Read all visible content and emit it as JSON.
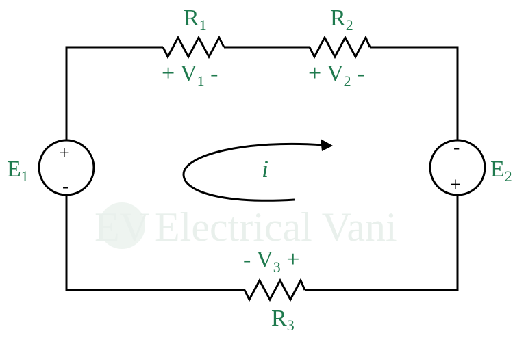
{
  "watermark": {
    "badge": "EV",
    "text": "Electrical Vani"
  },
  "colors": {
    "label": "#1f7a4e",
    "wire": "#000000"
  },
  "resistors": [
    {
      "name": "R",
      "sub": "1",
      "voltage_plus": "+",
      "voltage_name": "V",
      "voltage_sub": "1",
      "voltage_minus": "-"
    },
    {
      "name": "R",
      "sub": "2",
      "voltage_plus": "+",
      "voltage_name": "V",
      "voltage_sub": "2",
      "voltage_minus": "-"
    },
    {
      "name": "R",
      "sub": "3",
      "voltage_plus": "+",
      "voltage_name": "V",
      "voltage_sub": "3",
      "voltage_minus": "-"
    }
  ],
  "sources": [
    {
      "name": "E",
      "sub": "1",
      "top": "+",
      "bottom": "-"
    },
    {
      "name": "E",
      "sub": "2",
      "top": "-",
      "bottom": "+"
    }
  ],
  "current": {
    "label": "i"
  }
}
